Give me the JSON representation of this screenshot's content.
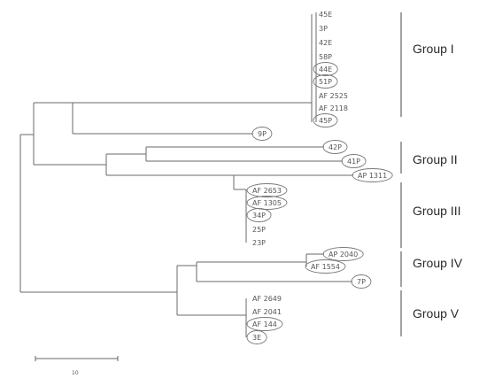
{
  "leaves": [
    {
      "label": "45E",
      "circled": false
    },
    {
      "label": "3P",
      "circled": false
    },
    {
      "label": "42E",
      "circled": false
    },
    {
      "label": "58P",
      "circled": false
    },
    {
      "label": "44E",
      "circled": true
    },
    {
      "label": "51P",
      "circled": true
    },
    {
      "label": "AF 2525",
      "circled": false
    },
    {
      "label": "AF 2118",
      "circled": false
    },
    {
      "label": "45P",
      "circled": true
    },
    {
      "label": "9P",
      "circled": true
    },
    {
      "label": "42P",
      "circled": true
    },
    {
      "label": "41P",
      "circled": true
    },
    {
      "label": "AP 1311",
      "circled": true
    },
    {
      "label": "AF 2653",
      "circled": true
    },
    {
      "label": "AF 1305",
      "circled": true
    },
    {
      "label": "34P",
      "circled": true
    },
    {
      "label": "25P",
      "circled": false
    },
    {
      "label": "23P",
      "circled": false
    },
    {
      "label": "AP 2040",
      "circled": true
    },
    {
      "label": "AF 1554",
      "circled": true
    },
    {
      "label": "7P",
      "circled": true
    },
    {
      "label": "AF 2649",
      "circled": false
    },
    {
      "label": "AF 2041",
      "circled": false
    },
    {
      "label": "AF 144",
      "circled": true
    },
    {
      "label": "3E",
      "circled": true
    }
  ],
  "groups": [
    {
      "label": "Group I"
    },
    {
      "label": "Group II"
    },
    {
      "label": "Group III"
    },
    {
      "label": "Group  IV"
    },
    {
      "label": "Group V"
    }
  ],
  "scale": {
    "label": "10"
  },
  "colors": {
    "branch": "#6a6a6a",
    "text": "#555555",
    "group_bar": "#444444"
  }
}
